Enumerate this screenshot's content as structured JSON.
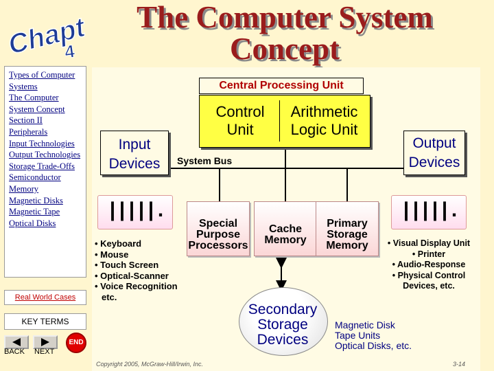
{
  "title": "The Computer System Concept",
  "chapter_logo": {
    "word": "Chapter",
    "number": "4"
  },
  "nav": {
    "links": [
      "Types of Computer Systems",
      "The Computer System Concept",
      "Section II",
      "Peripherals",
      "Input Technologies",
      "Output Technologies",
      "Storage Trade-Offs",
      "Semiconductor Memory",
      "Magnetic Disks",
      "Magnetic Tape",
      "Optical Disks"
    ],
    "real_world_cases": "Real World Cases",
    "key_terms": "KEY TERMS",
    "back_label": "BACK",
    "next_label": "NEXT",
    "end_label": "END"
  },
  "diagram": {
    "cpu_label": "Central Processing Unit",
    "control_unit": "Control Unit",
    "alu": "Arithmetic Logic Unit",
    "input_devices": "Input Devices",
    "output_devices": "Output Devices",
    "system_bus": "System Bus",
    "special_processors": "Special Purpose Processors",
    "cache_memory": "Cache Memory",
    "primary_storage": "Primary Storage Memory",
    "input_list": [
      "• Keyboard",
      "• Mouse",
      "• Touch Screen",
      "• Optical-Scanner",
      "• Voice Recognition",
      "  etc."
    ],
    "output_list": [
      "• Visual Display Unit",
      "• Printer",
      "• Audio-Response",
      "• Physical Control Devices, etc."
    ],
    "secondary_storage": "Secondary Storage Devices",
    "storage_list": [
      "Magnetic Disk",
      "Tape Units",
      "Optical Disks, etc."
    ]
  },
  "footer": {
    "copyright": "Copyright 2005, McGraw-Hill/Irwin, Inc.",
    "page": "3-14"
  },
  "colors": {
    "title": "#9a1c1c",
    "cpu_fill": "#ffff44",
    "cpu_label": "#b00000",
    "device_text": "#000080",
    "background": "#fff6cf"
  }
}
